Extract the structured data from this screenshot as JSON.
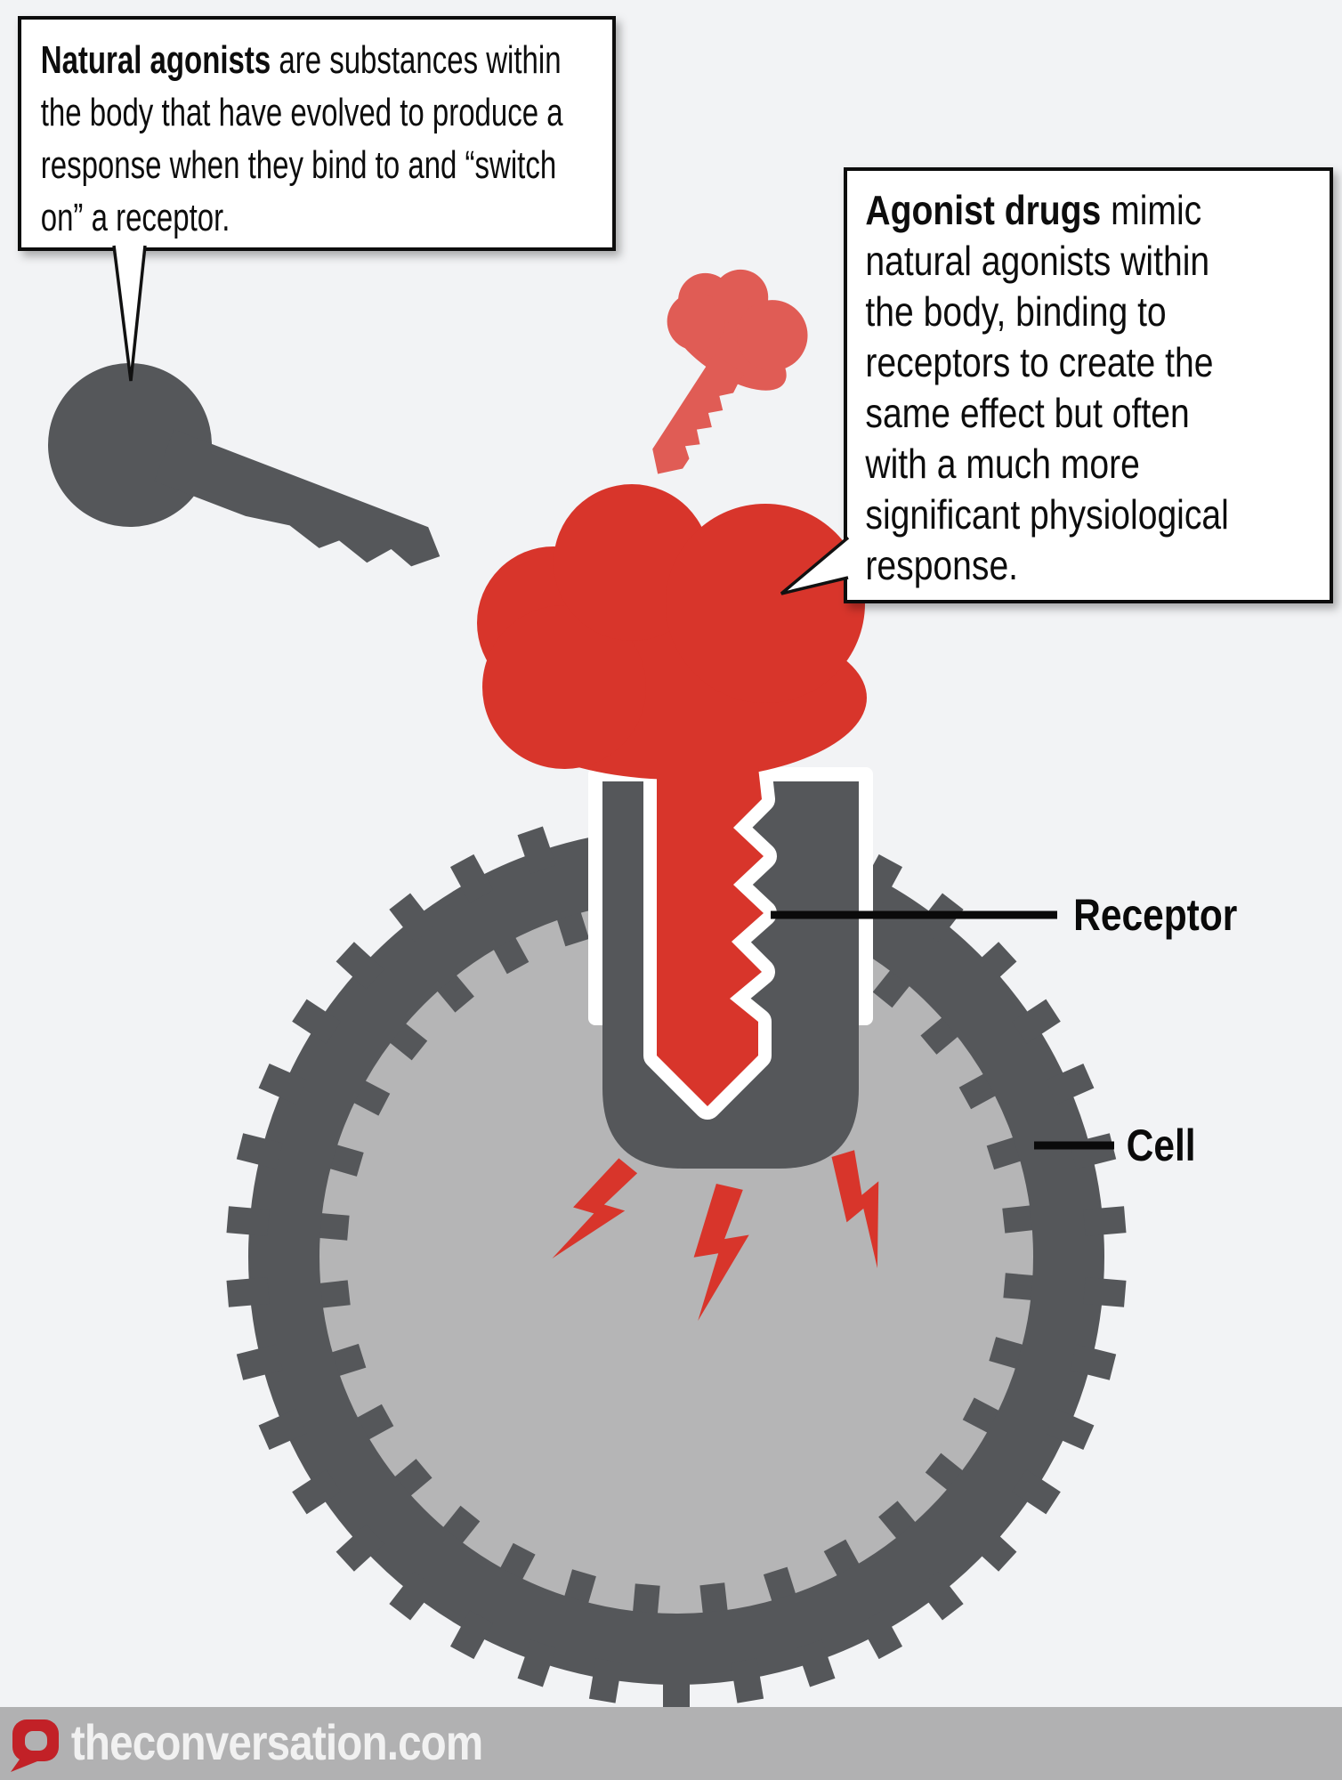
{
  "callout_natural": {
    "bold_lead": "Natural agonists",
    "line1_rest": " are substances within",
    "line2": "the body that have evolved to produce a",
    "line3": "response when they bind to and “switch",
    "line4": "on” a receptor."
  },
  "callout_agonist": {
    "bold_lead": "Agonist drugs",
    "line1_rest": " mimic",
    "line2": "natural agonists within",
    "line3": "the body, binding to",
    "line4": "receptors to create the",
    "line5": "same effect but often",
    "line6": "with a much more",
    "line7": "significant physiological",
    "line8": "response."
  },
  "labels": {
    "receptor": "Receptor",
    "cell": "Cell"
  },
  "footer": {
    "site": "theconversation.com"
  },
  "icons": {
    "logo": "conversation-speech-bubble-logo"
  },
  "colors": {
    "background": "#f2f3f5",
    "agonist_red": "#d8352b",
    "small_drug_red": "#e05c55",
    "dark_gray": "#55575a",
    "cell_inner_gray": "#b5b5b6",
    "footer_bar_gray": "#b1b1b2",
    "brand_red": "#c22127",
    "footer_text": "#f1f1f1",
    "callout_border": "#111111"
  }
}
